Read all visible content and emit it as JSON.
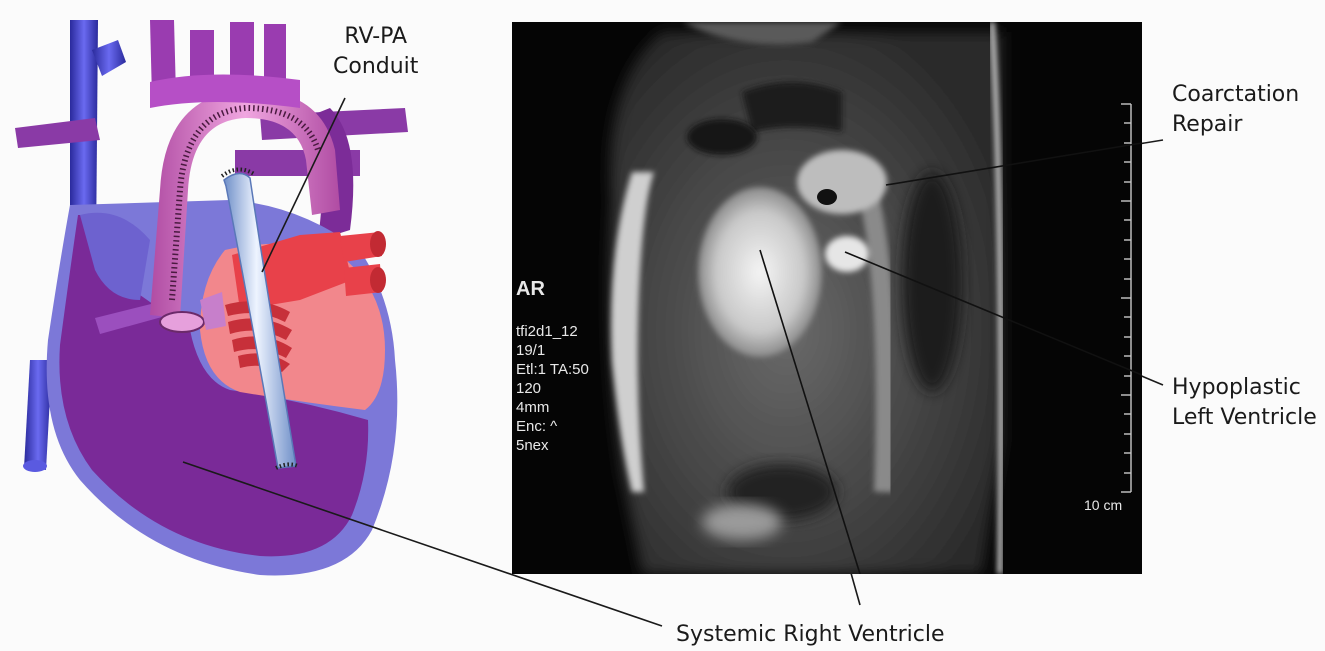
{
  "labels": {
    "rv_pa_conduit": [
      "RV-PA",
      "Conduit"
    ],
    "coarctation_repair": [
      "Coarctation",
      "Repair"
    ],
    "hypoplastic_lv": [
      "Hypoplastic",
      "Left Ventricle"
    ],
    "systemic_rv": "Systemic Right Ventricle"
  },
  "mri_overlay": {
    "orientation": "AR",
    "params": [
      "tfi2d1_12",
      "19/1",
      "Etl:1 TA:50",
      "120",
      "4mm",
      "Enc: ^",
      "5nex"
    ],
    "scale_label": "10 cm"
  },
  "colors": {
    "vein_blue": "#3c3ccc",
    "ventricle_purple": "#7a2a98",
    "aorta_pink": "#d873c4",
    "lv_red": "#e8414a",
    "conduit_blue": "#bcd0ea",
    "myocardium_lavender": "#7c78d8"
  }
}
